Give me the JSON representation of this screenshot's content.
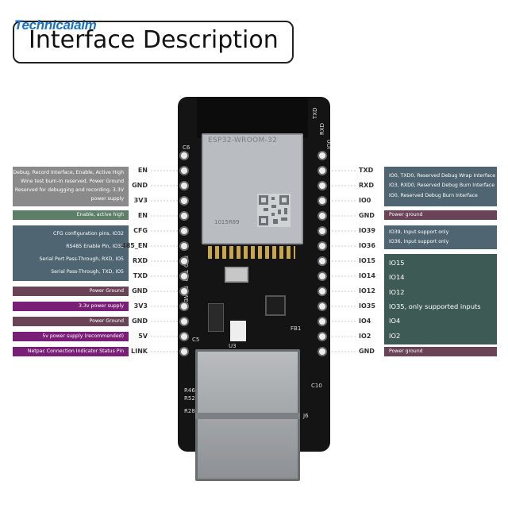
{
  "brand": "Technicalaim",
  "title": "Interface Description",
  "board": {
    "module_label": "ESP32-WROOM-32",
    "module_mark": "1015R89",
    "silk_top": [
      "TXD",
      "RXD",
      "IO0"
    ],
    "silk_side": [
      "RXD",
      "TXD",
      "POWER"
    ],
    "silk_misc": [
      "U3",
      "J6",
      "C10",
      "FB1",
      "C6",
      "C5",
      "R46",
      "R52",
      "R28"
    ]
  },
  "left_pins": [
    "EN",
    "GND",
    "3V3",
    "EN",
    "CFG",
    "485_EN",
    "RXD",
    "TXD",
    "GND",
    "3V3",
    "GND",
    "5V",
    "LINK"
  ],
  "right_pins": [
    "TXD",
    "RXD",
    "IO0",
    "GND",
    "IO39",
    "IO36",
    "IO15",
    "IO14",
    "IO12",
    "IO35",
    "IO4",
    "IO2",
    "GND"
  ],
  "left_bands": {
    "debug": [
      "Debug, Record Interface, Enable, Active High",
      "Wine test burn-in reserved. Power Ground",
      "Reserved for debugging and recording, 3.3V",
      "power supply"
    ],
    "enable": "Enable, active high",
    "cfg": [
      "CFG configuration pins, IO32",
      "RS485 Enable Pin, IO33",
      "Serial Port Pass-Through, RXD, IO5",
      "Serial Pass-Through, TXD, IO5"
    ],
    "ground1": "Power Ground",
    "v33": "3.3v power supply",
    "ground2": "Power Ground",
    "v5": "5v power supply (recommended)",
    "link": "Netpac Connection Indicator Status Pin"
  },
  "right_bands": {
    "debug": [
      "IO0, TXD0, Reserved Debug Wrap Interface",
      "IO3, RXD0, Reserved Debug Burn Interface",
      "IO0, Reserved Debug Burn Interface"
    ],
    "ground1": "Power ground",
    "input": [
      "IO39, Input support only",
      "IO36, Input support only"
    ],
    "io": [
      "IO15",
      "IO14",
      "IO12",
      "IO35, only supported inputs",
      "IO4",
      "IO2"
    ],
    "ground2": "Power ground"
  },
  "colors": {
    "gray": "#8a8a8a",
    "green": "#5d7e68",
    "slate": "#4f6572",
    "maroon": "#6b4356",
    "purple": "#7a1f78",
    "teal": "#3d5a55"
  }
}
